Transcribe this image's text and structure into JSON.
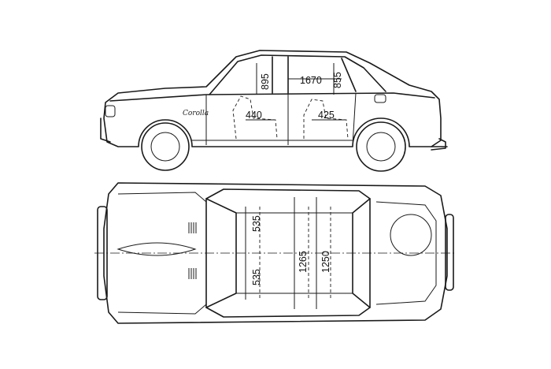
{
  "dimensions": {
    "side_view": {
      "headroom_front": "895",
      "wheelbase_cabin": "1670",
      "headroom_rear": "855",
      "legroom_front": "440",
      "legroom_rear": "425"
    },
    "top_view": {
      "seat_width_front": "535",
      "seat_width_rear": "535",
      "width_front": "1265",
      "width_rear": "1250"
    }
  },
  "badge": "Corolla"
}
